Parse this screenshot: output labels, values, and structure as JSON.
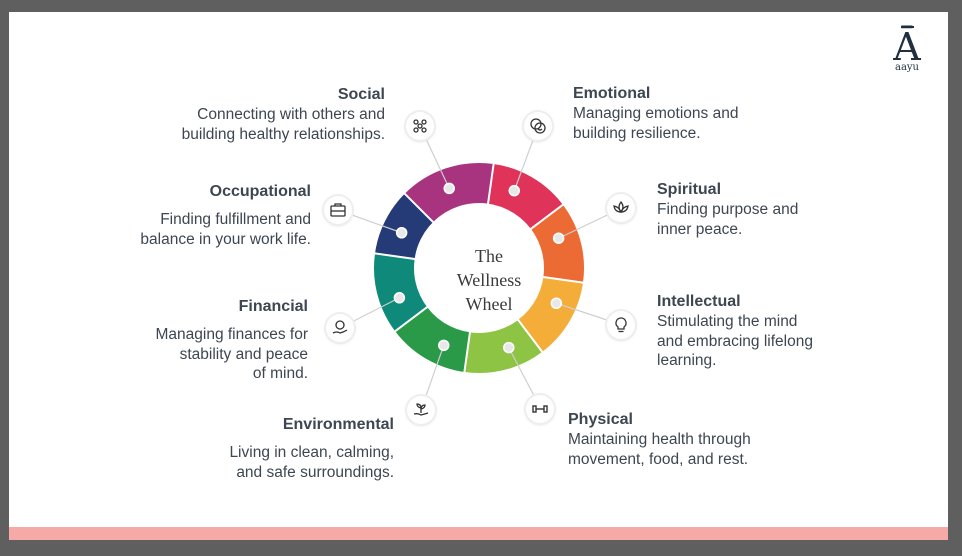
{
  "title_lines": [
    "The",
    "Wellness",
    "Wheel"
  ],
  "logo": {
    "text": "aayu",
    "mark": "Ā"
  },
  "dimensions": [
    {
      "key": "social",
      "name": "Social",
      "line1": "Connecting with others and",
      "line2": "building healthy relationships.",
      "line3": "",
      "icon": "people-network-icon",
      "color": "#a8337f"
    },
    {
      "key": "emotional",
      "name": "Emotional",
      "line1": "Managing emotions and",
      "line2": "building resilience.",
      "line3": "",
      "icon": "faces-icon",
      "color": "#e0335a"
    },
    {
      "key": "spiritual",
      "name": "Spiritual",
      "line1": "Finding purpose and",
      "line2": "inner peace.",
      "line3": "",
      "icon": "lotus-icon",
      "color": "#ec6a33"
    },
    {
      "key": "intellectual",
      "name": "Intellectual",
      "line1": "Stimulating the mind",
      "line2": "and embracing lifelong",
      "line3": "learning.",
      "icon": "lightbulb-icon",
      "color": "#f4ad38"
    },
    {
      "key": "physical",
      "name": "Physical",
      "line1": "Maintaining health through",
      "line2": "movement, food, and rest.",
      "line3": "",
      "icon": "dumbbell-icon",
      "color": "#8dc443"
    },
    {
      "key": "environmental",
      "name": "Environmental",
      "line1": "Living in clean, calming,",
      "line2": "and safe surroundings.",
      "line3": "",
      "icon": "plant-hand-icon",
      "color": "#2a9a48"
    },
    {
      "key": "financial",
      "name": "Financial",
      "line1": "Managing finances for",
      "line2": "stability and peace",
      "line3": "of mind.",
      "icon": "money-hand-icon",
      "color": "#0f8a7a"
    },
    {
      "key": "occupational",
      "name": "Occupational",
      "line1": "Finding fulfillment and",
      "line2": "balance in your work life.",
      "line3": "",
      "icon": "briefcase-icon",
      "color": "#243b78"
    }
  ]
}
